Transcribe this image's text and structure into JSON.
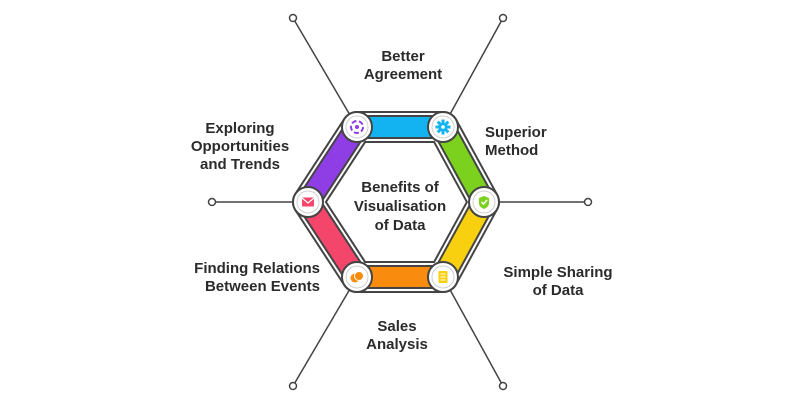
{
  "center": {
    "title": "Benefits of\nVisualisation\nof Data"
  },
  "segments": [
    {
      "name": "better-agreement",
      "label": "Better\nAgreement",
      "color": "#12b3f0",
      "icon": "gear-icon"
    },
    {
      "name": "superior-method",
      "label": "Superior\nMethod",
      "color": "#7cd11e",
      "icon": "shield-check-icon"
    },
    {
      "name": "simple-sharing",
      "label": "Simple Sharing\nof Data",
      "color": "#f9d00f",
      "icon": "document-icon"
    },
    {
      "name": "sales-analysis",
      "label": "Sales\nAnalysis",
      "color": "#f98c0e",
      "icon": "coins-icon"
    },
    {
      "name": "finding-relations",
      "label": "Finding Relations\nBetween Events",
      "color": "#f4456a",
      "icon": "mail-icon"
    },
    {
      "name": "exploring-opportunities",
      "label": "Exploring\nOpportunities\nand Trends",
      "color": "#8f3de5",
      "icon": "target-icon"
    }
  ],
  "colors": {
    "ring": "#444444",
    "text": "#2b2b2b",
    "icon_accent": "#8f3de5"
  }
}
